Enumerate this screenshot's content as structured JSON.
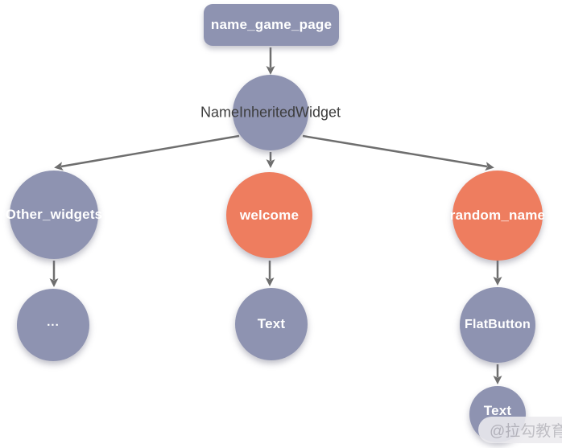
{
  "colors": {
    "node_purple": "#8E93B1",
    "node_orange": "#EE7D5F",
    "arrow": "#6E6E6E",
    "label_light": "#FFFFFF",
    "label_dark": "#3D3D3D",
    "watermark_bg": "#ECEBEF",
    "watermark_text": "#B7B6BC"
  },
  "tree": {
    "root": {
      "label": "name_game_page"
    },
    "inherited_widget": {
      "label": "NameInheritedWidget"
    },
    "children": [
      {
        "label": "Other_widgets",
        "color": "purple"
      },
      {
        "label": "welcome",
        "color": "orange"
      },
      {
        "label": "random_name",
        "color": "orange"
      }
    ],
    "grandchildren": [
      {
        "label": "...",
        "color": "purple"
      },
      {
        "label": "Text",
        "color": "purple"
      },
      {
        "label": "FlatButton",
        "color": "purple"
      }
    ],
    "great_grandchild": {
      "label": "Text",
      "color": "purple"
    }
  },
  "watermark": {
    "label": "@拉勾教育"
  }
}
